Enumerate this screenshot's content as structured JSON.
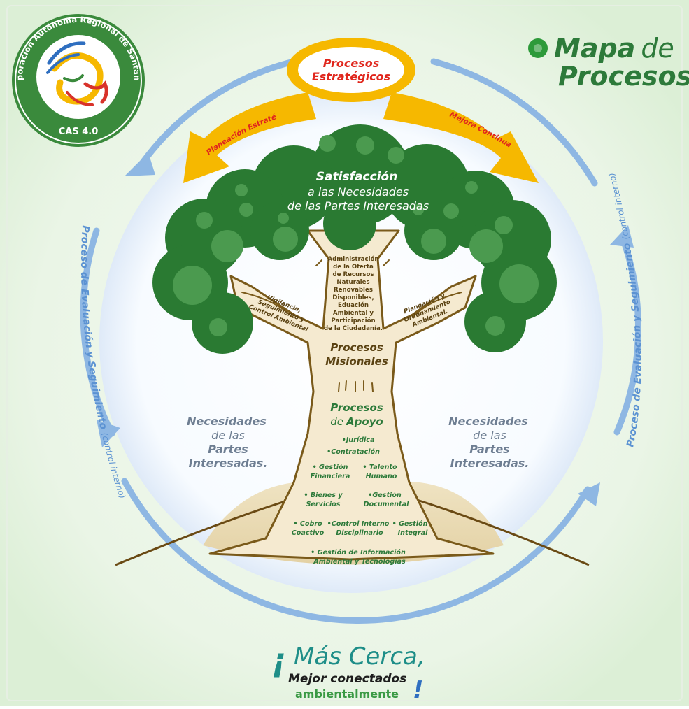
{
  "logo": {
    "ring_text": "Corporación Autónoma Regional de Santander",
    "version": "CAS 4.0"
  },
  "header": {
    "title_word1": "Mapa",
    "title_word2": "de",
    "title_line2": "Procesos"
  },
  "strategic": {
    "line1": "Procesos",
    "line2": "Estratégicos",
    "left_arrow_label": "Planeación Estratégica",
    "right_arrow_label": "Mejora Continua"
  },
  "canopy": {
    "line1": "Satisfacción",
    "line2": "a las Necesidades",
    "line3": "de las Partes Interesadas"
  },
  "branches": {
    "left": [
      "Vigilancia,",
      "Seguimiento y",
      "Control Ambiental"
    ],
    "right": [
      "Planeación y",
      "Ordenamiento",
      "Ambiental."
    ],
    "center": [
      "Administración",
      "de la Oferta",
      "de Recursos",
      "Naturales",
      "Renovables",
      "Disponibles,",
      "Eduación",
      "Ambiental y",
      "Participación",
      "de la Ciudadanía."
    ]
  },
  "missional": {
    "line1": "Procesos",
    "line2": "Misionales"
  },
  "support": {
    "line1": "Procesos",
    "line2_a": "de",
    "line2_b": "Apoyo",
    "items": {
      "juridica": "•Jurídica",
      "contratacion": "•Contratación",
      "financiera_1": "• Gestión",
      "financiera_2": "Financiera",
      "talento_1": "• Talento",
      "talento_2": "Humano",
      "bienes_1": "• Bienes y",
      "bienes_2": "Servicios",
      "documental_1": "•Gestión",
      "documental_2": "Documental",
      "cobro_1": "• Cobro",
      "cobro_2": "Coactivo",
      "control_1": "•Control Interno",
      "control_2": "Disciplinario",
      "integral_1": "• Gestión",
      "integral_2": "Integral",
      "info_1": "• Gestión de Información",
      "info_2": "Ambiental y Tecnologías"
    }
  },
  "needs": {
    "left": [
      "Necesidades",
      "de las",
      "Partes",
      "Interesadas."
    ],
    "right": [
      "Necesidades",
      "de las",
      "Partes",
      "Interesadas."
    ]
  },
  "cycle": {
    "main": "Proceso de Evaluación y Seguimiento",
    "sub": "(control interno)"
  },
  "slogan": {
    "line1": "Más Cerca,",
    "open_mark": "¡",
    "line2": "Mejor conectados",
    "line3": "ambientalmente",
    "close_mark": "!"
  },
  "colors": {
    "bg_glow": "#e3f1df",
    "tree_green": "#2a7a32",
    "tree_green_light": "#4b9a4f",
    "trunk": "#f5ead0",
    "trunk_outline": "#7a5a1a",
    "brown_text": "#5a4212",
    "arrow_blue": "#8eb7e3",
    "arrow_yellow": "#f6b800",
    "red_text": "#e0261c",
    "title_green": "#2d7a3a",
    "gray_blue": "#6e7e92",
    "slogan_teal": "#1e8e88",
    "logo_green": "#3a8a3c"
  }
}
